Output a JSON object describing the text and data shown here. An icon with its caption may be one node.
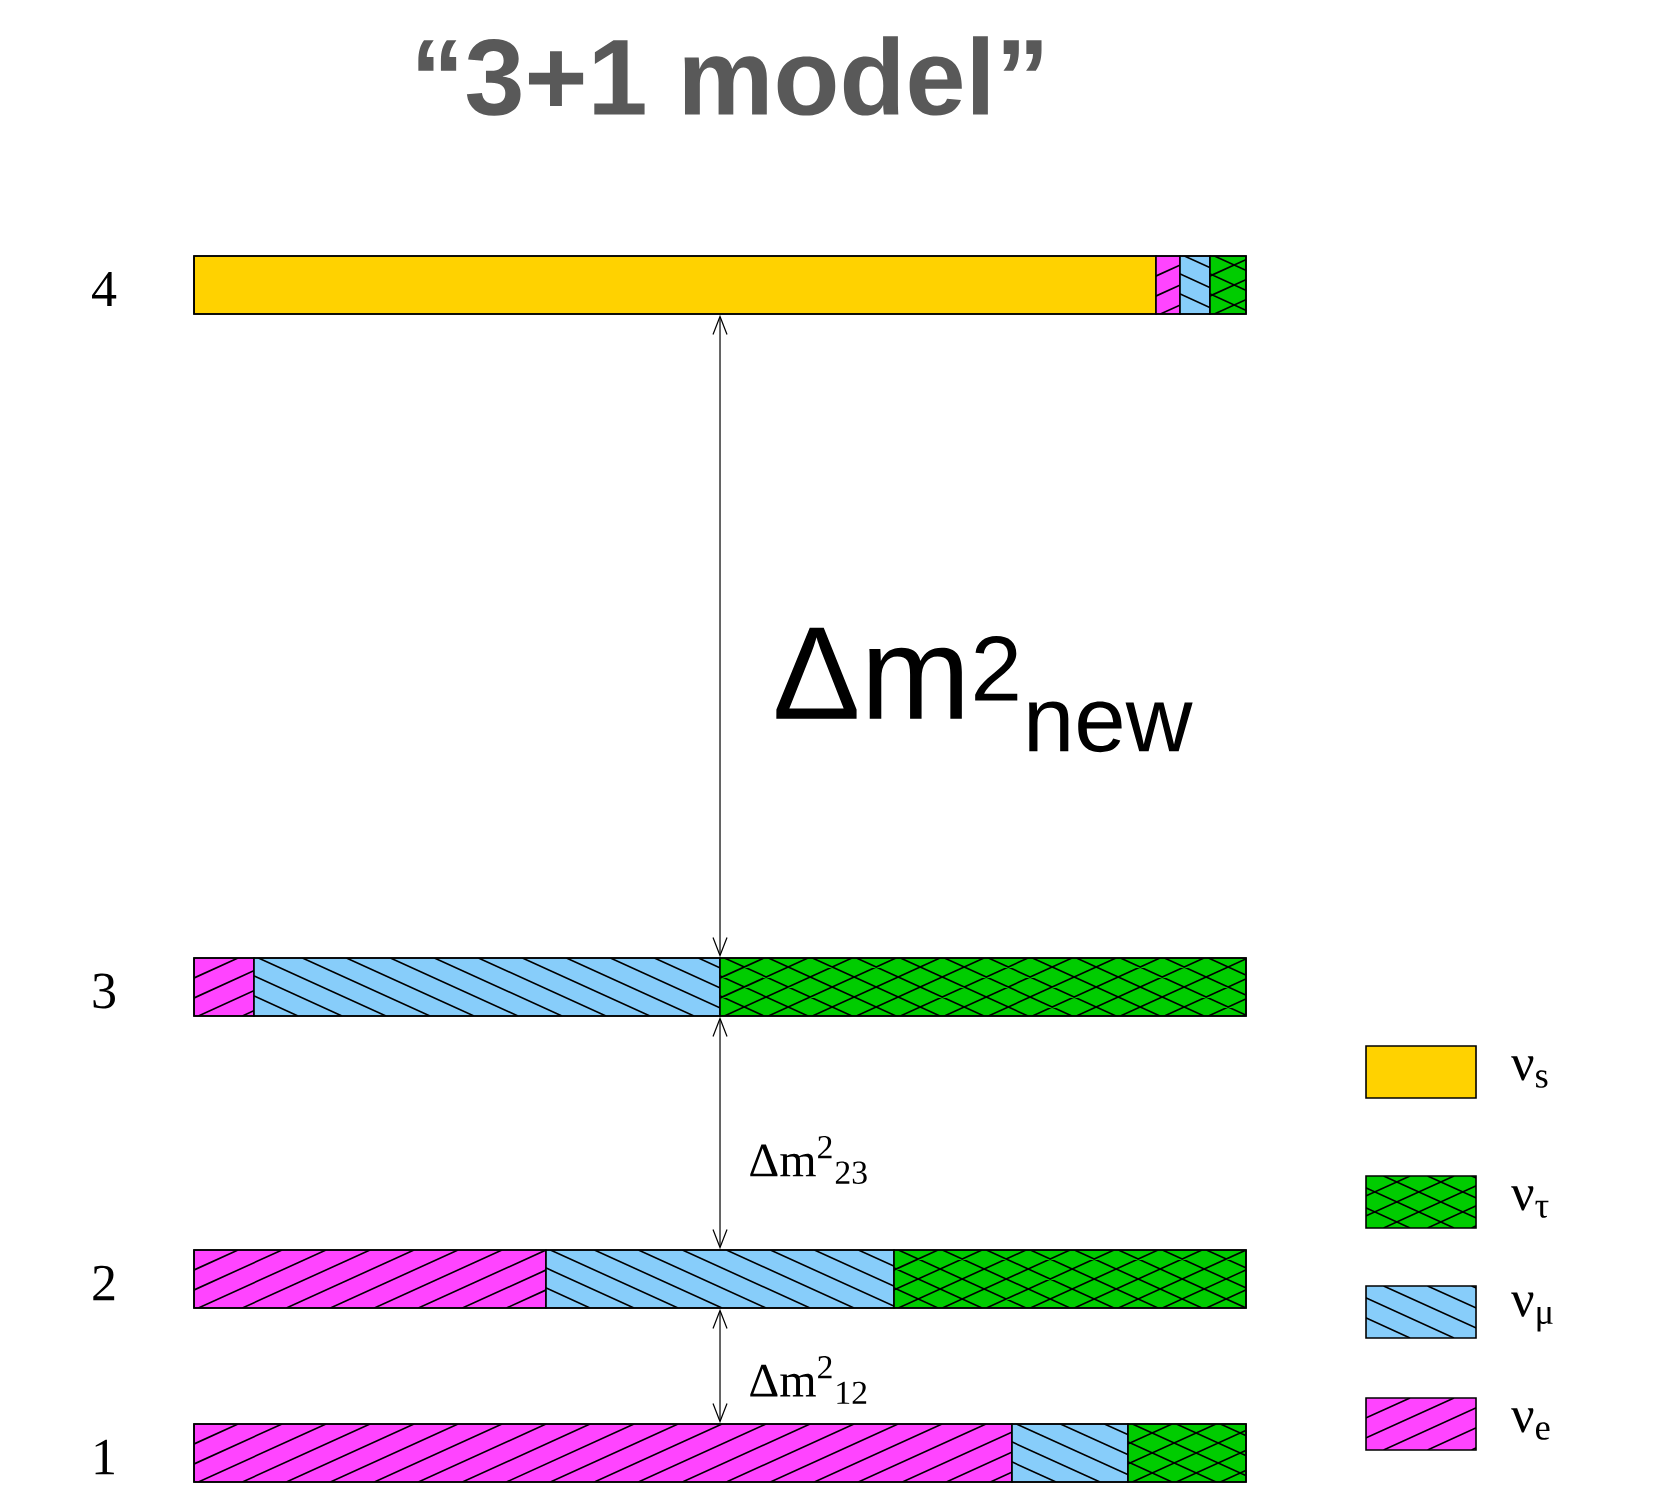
{
  "diagram": {
    "title": "“3+1 model”",
    "nodes": [
      {
        "text": [],
        "shape": "bar",
        "beside": [
          "4"
        ]
      },
      {
        "text": [],
        "shape": "bar",
        "beside": [
          "3"
        ]
      },
      {
        "text": [],
        "shape": "bar",
        "beside": [
          "2"
        ]
      },
      {
        "text": [],
        "shape": "bar",
        "beside": [
          "1"
        ]
      }
    ],
    "edges": [
      {
        "from": 0,
        "to": 1,
        "arrow": "both",
        "label": "Δm$^{2}$$_{new}$"
      },
      {
        "from": 1,
        "to": 2,
        "arrow": "both",
        "label": "Δm$^{2}$$_{23}$"
      },
      {
        "from": 2,
        "to": 3,
        "arrow": "both",
        "label": "Δm$^{2}$$_{12}$"
      }
    ],
    "legend": [
      {
        "text": "ν$_{s}$",
        "color": "#ffd200"
      },
      {
        "text": "ν$_{τ}$",
        "color": "#00cc00"
      },
      {
        "text": "ν$_{μ}$",
        "color": "#87cdfa"
      },
      {
        "text": "ν$_{e}$",
        "color": "#ff44ff"
      }
    ]
  }
}
